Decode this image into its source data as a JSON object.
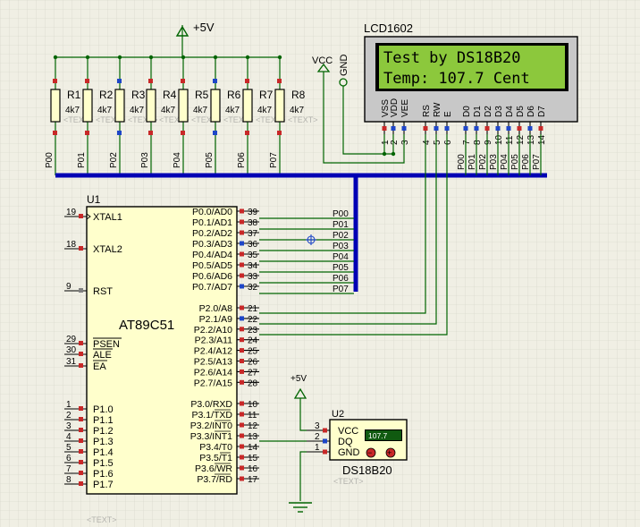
{
  "placeholder_text": "<TEXT>",
  "power": {
    "top_label": "+5V",
    "small_label": "+5V"
  },
  "resistors": {
    "names": [
      "R1",
      "R2",
      "R3",
      "R4",
      "R5",
      "R6",
      "R7",
      "R8"
    ],
    "value": "4k7",
    "bottom_nets": [
      "P00",
      "P01",
      "P02",
      "P03",
      "P04",
      "P05",
      "P06",
      "P07"
    ]
  },
  "lcd": {
    "title": "LCD1602",
    "vcc_label": "VCC",
    "gnd_label": "GND",
    "line1": "Test by DS18B20",
    "line2": "Temp: 107.7 Cent",
    "pin_names": [
      "VSS",
      "VDD",
      "VEE",
      "RS",
      "RW",
      "E",
      "D0",
      "D1",
      "D2",
      "D3",
      "D4",
      "D5",
      "D6",
      "D7"
    ],
    "pin_numbers": [
      "1",
      "2",
      "3",
      "4",
      "5",
      "6",
      "7",
      "8",
      "9",
      "10",
      "11",
      "12",
      "13",
      "14"
    ],
    "data_nets": [
      "P00",
      "P01",
      "P02",
      "P03",
      "P04",
      "P05",
      "P06",
      "P07"
    ]
  },
  "mcu": {
    "ref": "U1",
    "name": "AT89C51",
    "left_pins": [
      {
        "num": "19",
        "name": "XTAL1"
      },
      {
        "num": "18",
        "name": "XTAL2"
      },
      {
        "num": "9",
        "name": "RST"
      },
      {
        "num": "29",
        "name": "PSEN"
      },
      {
        "num": "30",
        "name": "ALE"
      },
      {
        "num": "31",
        "name": "EA"
      },
      {
        "num": "1",
        "name": "P1.0"
      },
      {
        "num": "2",
        "name": "P1.1"
      },
      {
        "num": "3",
        "name": "P1.2"
      },
      {
        "num": "4",
        "name": "P1.3"
      },
      {
        "num": "5",
        "name": "P1.4"
      },
      {
        "num": "6",
        "name": "P1.5"
      },
      {
        "num": "7",
        "name": "P1.6"
      },
      {
        "num": "8",
        "name": "P1.7"
      }
    ],
    "right_pins": [
      {
        "num": "39",
        "name": "P0.0/AD0"
      },
      {
        "num": "38",
        "name": "P0.1/AD1"
      },
      {
        "num": "37",
        "name": "P0.2/AD2"
      },
      {
        "num": "36",
        "name": "P0.3/AD3"
      },
      {
        "num": "35",
        "name": "P0.4/AD4"
      },
      {
        "num": "34",
        "name": "P0.5/AD5"
      },
      {
        "num": "33",
        "name": "P0.6/AD6"
      },
      {
        "num": "32",
        "name": "P0.7/AD7"
      },
      {
        "num": "21",
        "name": "P2.0/A8"
      },
      {
        "num": "22",
        "name": "P2.1/A9"
      },
      {
        "num": "23",
        "name": "P2.2/A10"
      },
      {
        "num": "24",
        "name": "P2.3/A11"
      },
      {
        "num": "25",
        "name": "P2.4/A12"
      },
      {
        "num": "26",
        "name": "P2.5/A13"
      },
      {
        "num": "27",
        "name": "P2.6/A14"
      },
      {
        "num": "28",
        "name": "P2.7/A15"
      },
      {
        "num": "10",
        "name": "P3.0/RXD"
      },
      {
        "num": "11",
        "name": "P3.1/TXD"
      },
      {
        "num": "12",
        "name": "P3.2/INT0"
      },
      {
        "num": "13",
        "name": "P3.3/INT1"
      },
      {
        "num": "14",
        "name": "P3.4/T0"
      },
      {
        "num": "15",
        "name": "P3.5/T1"
      },
      {
        "num": "16",
        "name": "P3.6/WR"
      },
      {
        "num": "17",
        "name": "P3.7/RD"
      }
    ],
    "port0_nets": [
      "P00",
      "P01",
      "P02",
      "P03",
      "P04",
      "P05",
      "P06",
      "P07"
    ]
  },
  "sensor": {
    "ref": "U2",
    "name": "DS18B20",
    "display": "107.7",
    "pins": [
      {
        "num": "3",
        "name": "VCC"
      },
      {
        "num": "2",
        "name": "DQ"
      },
      {
        "num": "1",
        "name": "GND"
      }
    ]
  }
}
